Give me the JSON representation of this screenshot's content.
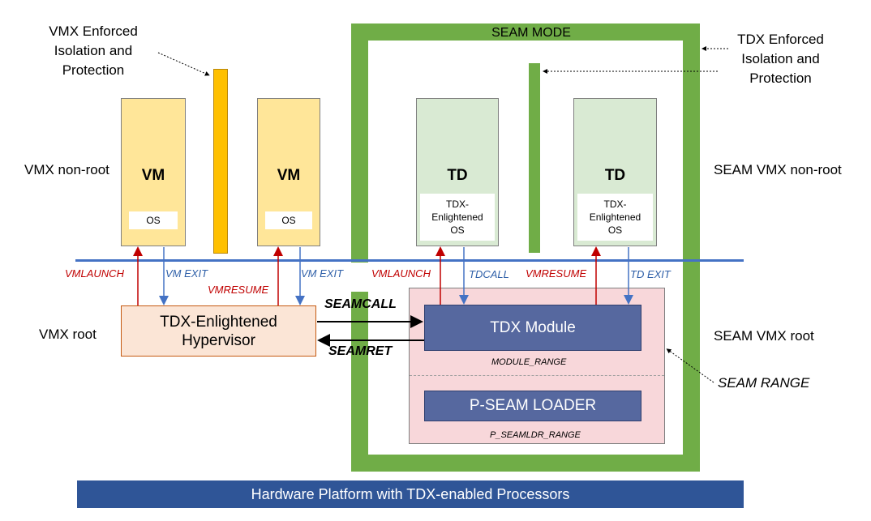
{
  "labels": {
    "vmx_enforced": "VMX Enforced Isolation and Protection",
    "tdx_enforced": "TDX Enforced Isolation and Protection",
    "seam_mode": "SEAM MODE",
    "vmx_nonroot": "VMX non-root",
    "vmx_root": "VMX root",
    "seam_vmx_nonroot": "SEAM VMX non-root",
    "seam_vmx_root": "SEAM VMX root",
    "seam_range": "SEAM RANGE"
  },
  "vms": [
    {
      "title": "VM",
      "inner": "OS"
    },
    {
      "title": "VM",
      "inner": "OS"
    }
  ],
  "tds": [
    {
      "title": "TD",
      "inner": "TDX-Enlightened OS"
    },
    {
      "title": "TD",
      "inner": "TDX-Enlightened OS"
    }
  ],
  "arrows": {
    "vmlaunch_left": "VMLAUNCH",
    "vm_exit_1": "VM EXIT",
    "vmresume_left": "VMRESUME",
    "vm_exit_2": "VM EXIT",
    "vmlaunch_right": "VMLAUNCH",
    "tdcall": "TDCALL",
    "vmresume_right": "VMRESUME",
    "td_exit": "TD EXIT",
    "seamcall": "SEAMCALL",
    "seamret": "SEAMRET"
  },
  "hypervisor": "TDX-Enlightened Hypervisor",
  "tdx_module": "TDX Module",
  "module_range": "MODULE_RANGE",
  "pseam_loader": "P-SEAM LOADER",
  "pseamldr_range": "P_SEAMLDR_RANGE",
  "platform": "Hardware Platform with TDX-enabled Processors",
  "colors": {
    "vm_fill": "#ffe699",
    "td_fill": "#d9ead3",
    "seam_green": "#70ad47",
    "vmx_bar": "#ffc000",
    "module_fill": "#56689f",
    "range_fill": "#f8d7da",
    "platform_fill": "#2f5597",
    "red_arrow": "#c00000",
    "blue_arrow": "#4472c4"
  }
}
